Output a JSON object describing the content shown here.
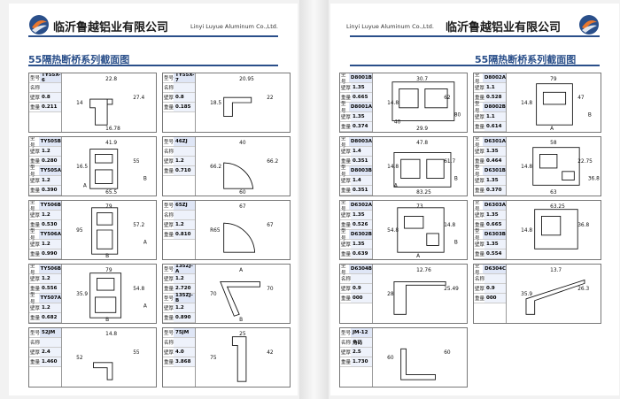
{
  "company_cn": "临沂鲁越铝业有限公司",
  "company_en": "Linyi Luyue Aluminum Co.,Ltd.",
  "section_title": "55隔热断桥系列截面图",
  "labels": {
    "model": "型号",
    "name": "名称",
    "thickness": "壁厚",
    "weight": "重量"
  },
  "colors": {
    "brand_blue": "#2a4f8a",
    "logo_orange": "#e8772e"
  },
  "left_cards": [
    {
      "rows": [
        [
          "型号",
          "TY55X-6"
        ],
        [
          "名称",
          ""
        ],
        [
          "壁厚",
          "0.8"
        ],
        [
          "重量",
          "0.211"
        ]
      ],
      "dims": [
        "14",
        "27.4",
        "22.8",
        "16.78"
      ]
    },
    {
      "rows": [
        [
          "型号",
          "TY55X-7"
        ],
        [
          "名称",
          ""
        ],
        [
          "壁厚",
          "0.8"
        ],
        [
          "重量",
          "0.185"
        ]
      ],
      "dims": [
        "18.5",
        "22",
        "20.95"
      ]
    },
    {
      "rows": [
        [
          "型号",
          "TY505B"
        ],
        [
          "壁厚",
          "1.2"
        ],
        [
          "重量",
          "0.280"
        ],
        [
          "型号",
          "TY505A"
        ],
        [
          "壁厚",
          "1.2"
        ],
        [
          "重量",
          "0.390"
        ]
      ],
      "dims": [
        "16.5",
        "55",
        "41.9",
        "65.5",
        "B",
        "A"
      ]
    },
    {
      "rows": [
        [
          "型号",
          "46ZJ"
        ],
        [
          "名称",
          ""
        ],
        [
          "壁厚",
          "1.2"
        ],
        [
          "重量",
          "0.710"
        ]
      ],
      "dims": [
        "66.2",
        "66.2",
        "40",
        "60"
      ]
    },
    {
      "rows": [
        [
          "型号",
          "TY506B"
        ],
        [
          "壁厚",
          "1.2"
        ],
        [
          "重量",
          "0.530"
        ],
        [
          "型号",
          "TY506A"
        ],
        [
          "壁厚",
          "1.2"
        ],
        [
          "重量",
          "0.990"
        ]
      ],
      "dims": [
        "95",
        "57.2",
        "79",
        "B",
        "A"
      ]
    },
    {
      "rows": [
        [
          "型号",
          "65ZJ"
        ],
        [
          "名称",
          ""
        ],
        [
          "壁厚",
          "1.2"
        ],
        [
          "重量",
          "0.810"
        ]
      ],
      "dims": [
        "R65",
        "67",
        "67"
      ]
    },
    {
      "rows": [
        [
          "型号",
          "TY506B"
        ],
        [
          "壁厚",
          "1.2"
        ],
        [
          "重量",
          "0.556"
        ],
        [
          "型号",
          "TY507A"
        ],
        [
          "壁厚",
          "1.2"
        ],
        [
          "重量",
          "0.682"
        ]
      ],
      "dims": [
        "35.9",
        "54.8",
        "79",
        "B",
        "A"
      ]
    },
    {
      "rows": [
        [
          "型号",
          "135ZJ-A"
        ],
        [
          "壁厚",
          "1.2"
        ],
        [
          "重量",
          "2.720"
        ],
        [
          "型号",
          "135ZJ-B"
        ],
        [
          "壁厚",
          "1.2"
        ],
        [
          "重量",
          "0.890"
        ]
      ],
      "dims": [
        "70",
        "70",
        "A",
        "B"
      ]
    },
    {
      "rows": [
        [
          "型号",
          "52JM"
        ],
        [
          "名称",
          ""
        ],
        [
          "壁厚",
          "2.4"
        ],
        [
          "重量",
          "1.460"
        ]
      ],
      "dims": [
        "52",
        "55",
        "14.8"
      ]
    },
    {
      "rows": [
        [
          "型号",
          "75JM"
        ],
        [
          "名称",
          ""
        ],
        [
          "壁厚",
          "4.0"
        ],
        [
          "重量",
          "3.868"
        ]
      ],
      "dims": [
        "75",
        "42",
        "25"
      ]
    }
  ],
  "right_cards": [
    {
      "rows": [
        [
          "型号",
          "D8001B"
        ],
        [
          "壁厚",
          "1.35"
        ],
        [
          "重量",
          "0.665"
        ],
        [
          "型号",
          "D8001A"
        ],
        [
          "壁厚",
          "1.35"
        ],
        [
          "重量",
          "0.374"
        ]
      ],
      "dims": [
        "14.8",
        "62",
        "30.7",
        "29.9",
        "80",
        "40"
      ]
    },
    {
      "rows": [
        [
          "型号",
          "D8002A"
        ],
        [
          "壁厚",
          "1.1"
        ],
        [
          "重量",
          "0.528"
        ],
        [
          "型号",
          "D8002B"
        ],
        [
          "壁厚",
          "1.1"
        ],
        [
          "重量",
          "0.614"
        ]
      ],
      "dims": [
        "14.8",
        "47",
        "79",
        "A",
        "B"
      ]
    },
    {
      "rows": [
        [
          "型号",
          "D8003A"
        ],
        [
          "壁厚",
          "1.4"
        ],
        [
          "重量",
          "0.351"
        ],
        [
          "型号",
          "D8003B"
        ],
        [
          "壁厚",
          "1.4"
        ],
        [
          "重量",
          "0.351"
        ]
      ],
      "dims": [
        "14.8",
        "61.7",
        "47.8",
        "83.25",
        "B",
        "A"
      ]
    },
    {
      "rows": [
        [
          "型号",
          "D6301A"
        ],
        [
          "壁厚",
          "1.35"
        ],
        [
          "重量",
          "0.464"
        ],
        [
          "型号",
          "D6301B"
        ],
        [
          "壁厚",
          "1.35"
        ],
        [
          "重量",
          "0.370"
        ]
      ],
      "dims": [
        "14.8",
        "22.75",
        "58",
        "63",
        "36.8"
      ]
    },
    {
      "rows": [
        [
          "型号",
          "D6302A"
        ],
        [
          "壁厚",
          "1.35"
        ],
        [
          "重量",
          "0.526"
        ],
        [
          "型号",
          "D6302B"
        ],
        [
          "壁厚",
          "1.35"
        ],
        [
          "重量",
          "0.639"
        ]
      ],
      "dims": [
        "54.8",
        "14.8",
        "73",
        "A",
        "B"
      ]
    },
    {
      "rows": [
        [
          "型号",
          "D6303A"
        ],
        [
          "壁厚",
          "1.35"
        ],
        [
          "重量",
          "0.665"
        ],
        [
          "型号",
          "D6303B"
        ],
        [
          "壁厚",
          "1.35"
        ],
        [
          "重量",
          "0.554"
        ]
      ],
      "dims": [
        "14.8",
        "36.8",
        "63.25"
      ]
    },
    {
      "rows": [
        [
          "型号",
          "D6304B"
        ],
        [
          "名称",
          ""
        ],
        [
          "壁厚",
          "0.9"
        ],
        [
          "重量",
          "000"
        ]
      ],
      "dims": [
        "28",
        "25.49",
        "12.76"
      ]
    },
    {
      "rows": [
        [
          "型号",
          "D6304C"
        ],
        [
          "名称",
          ""
        ],
        [
          "壁厚",
          "0.9"
        ],
        [
          "重量",
          "000"
        ]
      ],
      "dims": [
        "35.9",
        "26.3",
        "13.7"
      ]
    },
    {
      "rows": [
        [
          "型号",
          "JM-12"
        ],
        [
          "名称",
          "角码"
        ],
        [
          "壁厚",
          "2.5"
        ],
        [
          "重量",
          "1.730"
        ]
      ],
      "dims": [
        "60",
        "60"
      ]
    }
  ]
}
